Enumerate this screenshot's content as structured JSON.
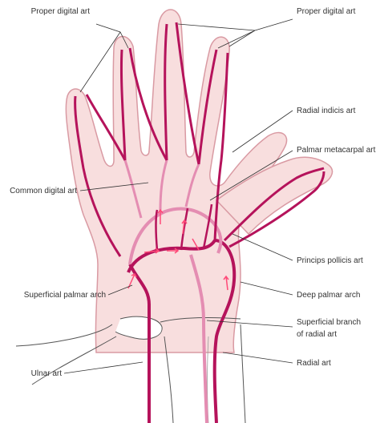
{
  "colors": {
    "skin": "#f8dede",
    "skin_stroke": "#d99aa3",
    "artery": "#b5135b",
    "artery_light": "#e48db2",
    "arrow": "#ff4a78",
    "leader": "#333333",
    "outline": "#555555"
  },
  "labels": {
    "proper_digital_left": "Proper digital art",
    "proper_digital_right": "Proper digital art",
    "radial_indicis": "Radial indicis art",
    "palmar_metacarpal": "Palmar metacarpal art",
    "common_digital": "Common digital art",
    "princeps_pollicis": "Princips pollicis art",
    "superficial_palmar_arch": "Superficial palmar arch",
    "deep_palmar_arch": "Deep palmar arch",
    "superficial_branch_line1": "Superficial branch",
    "superficial_branch_line2": "of radial art",
    "radial_art": "Radial art",
    "ulnar_art": "Ulnar art"
  }
}
